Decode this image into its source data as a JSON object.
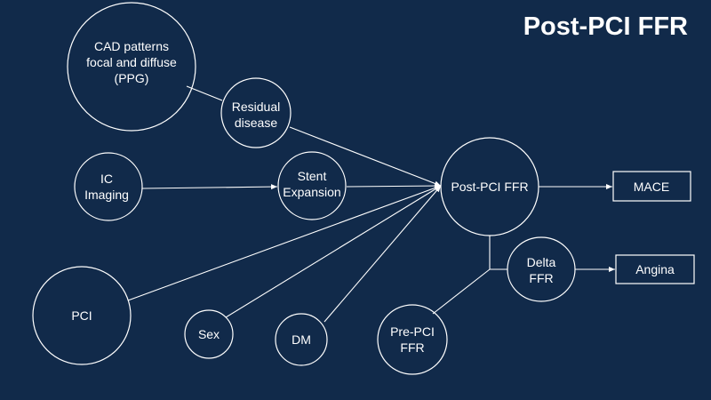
{
  "title": "Post-PCI FFR",
  "nodes": {
    "cad": [
      "CAD patterns",
      "focal and diffuse",
      "(PPG)"
    ],
    "residual": [
      "Residual",
      "disease"
    ],
    "ic": [
      "IC",
      "Imaging"
    ],
    "stent": [
      "Stent",
      "Expansion"
    ],
    "post": [
      "Post-PCI FFR"
    ],
    "mace": [
      "MACE"
    ],
    "delta": [
      "Delta",
      "FFR"
    ],
    "angina": [
      "Angina"
    ],
    "pci": [
      "PCI"
    ],
    "sex": [
      "Sex"
    ],
    "dm": [
      "DM"
    ],
    "pre": [
      "Pre-PCI",
      "FFR"
    ]
  },
  "colors": {
    "background": "#112a4a",
    "foreground": "#ffffff"
  }
}
